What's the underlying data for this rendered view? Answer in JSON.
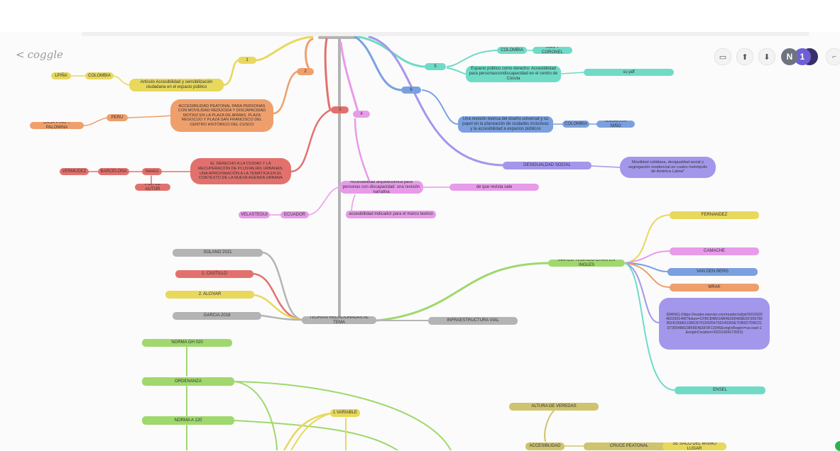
{
  "app": {
    "logo": "coggle",
    "back": "<"
  },
  "toolbar": {
    "present_icon": "▭",
    "upload_icon": "⬆",
    "download_icon": "⬇",
    "avatar_initial": "N",
    "avatar2_initial": "1",
    "corner_icon": "⌐"
  },
  "nodes": {
    "n1": "1",
    "n2": "2",
    "n3": "3",
    "n4": "4",
    "n5": "5",
    "n6": "6",
    "lpina": "LPIÑA",
    "colombia1": "COLOMBIA",
    "articulo": "Artículo Accesibilidad y sensibilización ciudadana en el espacio público",
    "accesibilidad_peatonal": "ACCESIBILIDAD PEATONAL PARA PERSONAS CON MOVILIDAD REDUCIDA Y DISCAPACIDAD MOTRIZ EN LA PLAZA DE ARMAS, PLAZA REGOCIJO Y PLAZA SAN FRANCISCO DEL CENTRO HISTÓRICO DEL CUSCO",
    "peru": "PERU",
    "casa_pino": "CASA PINO Y PALOMINA",
    "derecho_ciudad": "EL DERECHO A LA CIUDAD Y LA RECUPERACIÓN DE PLUSVALÍAS URBANAS. UNA APROXIMACIÓN A LA TEMÁTICA EN EL CONTEXTO DE LA NUEVA AGENDA URBANA",
    "mexico": "mexico",
    "barcelona": "BARCELONA",
    "vermudez": "VERMUDEZ",
    "por_el_autor": "POR EL AUTOR",
    "accesibilidad_arq": "Accesibilidad arquitectónica para personas con discapacidad: una revisión narrativa",
    "de_que_revista": "de que revista sale",
    "ecuador": "ECUADOR",
    "velastegui": "VELASTEGUI",
    "indicador": "accesibilidad indicador para el marco teorico",
    "colombia2": "COLOMBIA",
    "ran_coronel": "RAN Y CORONEL",
    "espacio_publico": "Espacio público como derecho: Accesibilidad para personascondiscapacidad en el centro de Cúcuta",
    "su_pdf": "su pdf",
    "revision_teorica": "Una revisión teórica del diseño universal y su papel en la planeación de ciudades inclusivas y la accesibilidad a espacios públicos",
    "colombia3": "COLOMBIA",
    "angarita": "ANGARITA NIÑO",
    "desigualdad": "DESIGUALDAD SOCIAL",
    "movilidad_cotidiana": "Movilidad cotidiana, desigualdad social y segregación residencial en cuatro metrópolis de América Latina*",
    "marco_teorico": "MARCO TEORICO CITAS EN INGLES",
    "fernandez": "FERNANDEZ",
    "camache": "CAMACHE",
    "van_den_berg": "VAN DEN BERG",
    "mrak": "MRAK",
    "wang": "(WANG) (https://reader.elsevier.com/reader/sd/pii/S0169204622001445?token=CFBC84B01AB4E6054EBEDF356782BD41056B11DBCB701D9254700140365E7DB5D7D8C01D73554B8238F8D4E6F9F12045&originRegion=us-east-1&originCreation=20221004173915)",
    "ensel": "ENSEL",
    "solano": "SOLANO 2021",
    "castillo": "1. CASTILLO",
    "alcivar": "2. ALCIVAR",
    "garcia": "GARCIA 2018",
    "teorias": "TEORIAS RELACIONADAS AL TEMA",
    "infraestructura": "INFRAESTRUCTURA VIAL",
    "norma_gh": "NORMA GH 020",
    "ordenanza": "ORDENANZA",
    "norma_a120": "NORMA A 120",
    "variable1": "1 VARIABLE",
    "altura_veredas": "ALTURA DE VEREDAS",
    "accesibilidad2": "ACCESIBLIDAD",
    "cruce_peatonal": "CRUCE PEATONAL",
    "se_saco": "SE SACO DEL MISMO LUGAR"
  },
  "colors": {
    "yellow": "#e8d85c",
    "orange": "#ef9f6c",
    "red": "#e2716d",
    "pink": "#e79be9",
    "teal": "#6fdbc7",
    "blue": "#7aa0e0",
    "purple": "#a397eb",
    "gray": "#b4b4b4",
    "green": "#9fd86c",
    "olive": "#cfc36e"
  }
}
